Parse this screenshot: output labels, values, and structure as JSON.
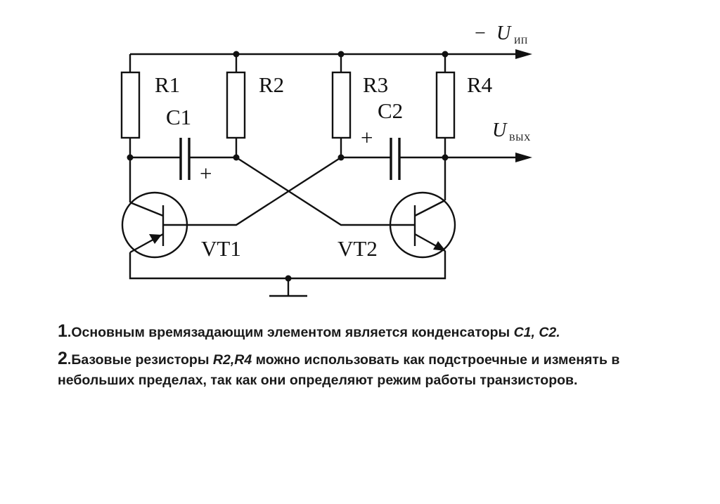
{
  "diagram": {
    "resistors": [
      {
        "id": "r1",
        "label": "R1"
      },
      {
        "id": "r2",
        "label": "R2"
      },
      {
        "id": "r3",
        "label": "R3"
      },
      {
        "id": "r4",
        "label": "R4"
      }
    ],
    "capacitors": [
      {
        "id": "c1",
        "label": "C1",
        "plus": "+"
      },
      {
        "id": "c2",
        "label": "C2",
        "plus": "+"
      }
    ],
    "transistors": [
      {
        "id": "vt1",
        "label": "VT1"
      },
      {
        "id": "vt2",
        "label": "VT2"
      }
    ],
    "supply": {
      "prefix": "−",
      "symbol": "U",
      "subscript": "ИП"
    },
    "output": {
      "symbol": "U",
      "subscript": "ВЫХ"
    }
  },
  "notes": [
    {
      "number": "1",
      "text": ".Основным времязадающим элементом является конденсаторы ",
      "emphasis": "С1, С2."
    },
    {
      "number": "2",
      "text_before": ".Базовые резисторы ",
      "emphasis": "R2,R4",
      "text_after": " можно использовать как подстроечные и  изменять в небольших пределах, так как они определяют режим работы транзисторов."
    }
  ]
}
